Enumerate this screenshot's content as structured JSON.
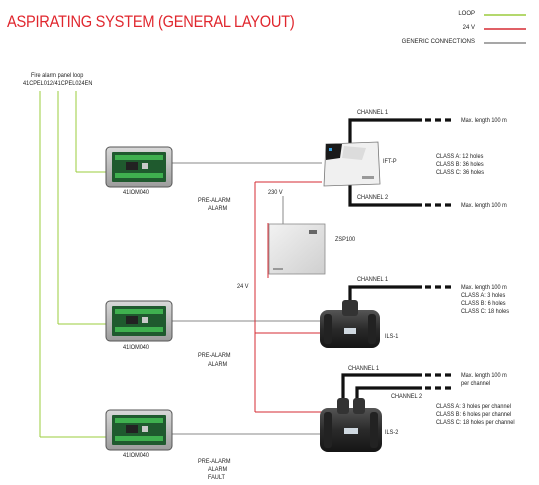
{
  "title": "ASPIRATING SYSTEM (GENERAL LAYOUT)",
  "legend": {
    "items": [
      {
        "label": "LOOP",
        "color": "#9bcc3d"
      },
      {
        "label": "24 V",
        "color": "#d62b33"
      },
      {
        "label": "GENERIC CONNECTIONS",
        "color": "#8a8a8a"
      }
    ]
  },
  "panel_loop": {
    "line1": "Fire alarm panel loop",
    "line2": "41CPEL012/41CPEL024EN"
  },
  "modules": [
    {
      "label": "41IOM040",
      "signals": [
        "PRE-ALARM",
        "ALARM"
      ]
    },
    {
      "label": "41IOM040",
      "signals": [
        "PRE-ALARM",
        "ALARM"
      ]
    },
    {
      "label": "41IOM040",
      "signals": [
        "PRE-ALARM",
        "ALARM",
        "FAULT"
      ]
    }
  ],
  "power": {
    "mains": "230 V",
    "psu": "ZSP100",
    "dc": "24 V"
  },
  "iftp": {
    "label": "IFT-P",
    "channel1": "CHANNEL 1",
    "channel2": "CHANNEL 2",
    "max1": "Max. length 100 m",
    "max2": "Max. length 100 m",
    "classes": [
      "CLASS A: 12 holes",
      "CLASS B: 36 holes",
      "CLASS C: 36 holes"
    ]
  },
  "ils1": {
    "label": "ILS-1",
    "channel1": "CHANNEL 1",
    "max": "Max. length 100 m",
    "classes": [
      "CLASS A: 3 holes",
      "CLASS B: 6 holes",
      "CLASS C: 18 holes"
    ]
  },
  "ils2": {
    "label": "ILS-2",
    "channel1": "CHANNEL 1",
    "channel2": "CHANNEL 2",
    "max_line1": "Max. length 100 m",
    "max_line2": "per channel",
    "classes": [
      "CLASS A: 3 holes per channel",
      "CLASS B: 6 holes per channel",
      "CLASS C: 18 holes per channel"
    ]
  }
}
